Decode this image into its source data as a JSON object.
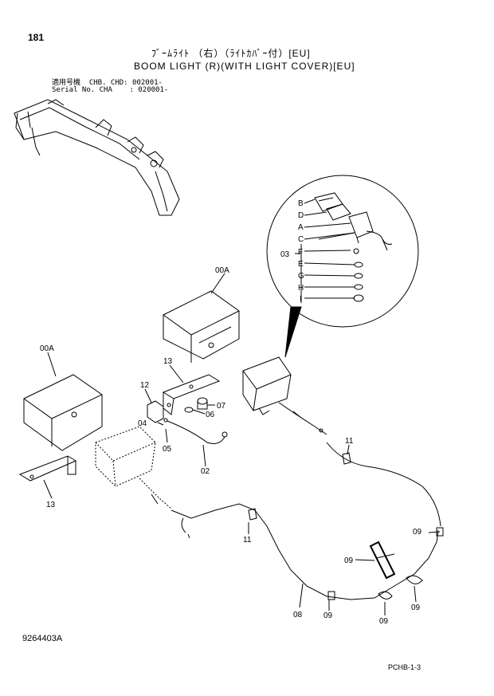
{
  "page": {
    "number": "181",
    "title_jp": "ﾌﾞｰﾑﾗｲﾄ （右）（ﾗｲﾄｶﾊﾞｰ付）[EU]",
    "title_en": "BOOM LIGHT (R)(WITH LIGHT COVER)[EU]",
    "serial_line1": "適用号機  CHB. CHD: 002001-",
    "serial_line2": "Serial No. CHA    : 020001-",
    "drawing_number": "9264403A",
    "page_code": "PCHB-1-3"
  },
  "callouts": {
    "c00A_top": "00A",
    "c00A_left": "00A",
    "c13_top": "13",
    "c13_bottom": "13",
    "c12": "12",
    "c04": "04",
    "c05": "05",
    "c06": "06",
    "c07": "07",
    "c02": "02",
    "c11_a": "11",
    "c11_b": "11",
    "c08": "08",
    "c09_a": "09",
    "c09_b": "09",
    "c09_c": "09",
    "c09_d": "09",
    "c09_e": "09"
  },
  "inset": {
    "group_label": "03",
    "letters": [
      "B",
      "D",
      "A",
      "C",
      "F",
      "E",
      "G",
      "H",
      "I"
    ]
  }
}
